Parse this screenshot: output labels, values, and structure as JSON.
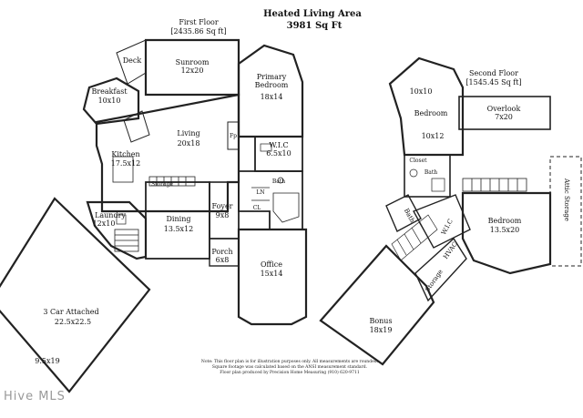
{
  "title": {
    "heading": "Heated Living Area",
    "total": "3981 Sq Ft"
  },
  "first_floor": {
    "label": "First Floor",
    "area": "[2435.86 Sq ft]"
  },
  "second_floor": {
    "label": "Second Floor",
    "area": "[1545.45 Sq ft]"
  },
  "rooms": {
    "deck": "Deck",
    "sunroom": "Sunroom",
    "sunroom_dim": "12x20",
    "breakfast": "Breakfast",
    "breakfast_dim": "10x10",
    "primary_bedroom": "Primary Bedroom",
    "primary_bedroom_dim": "18x14",
    "living": "Living",
    "living_dim": "20x18",
    "fp": "Fp",
    "kitchen": "Kitchen",
    "kitchen_dim": "17.5x12",
    "wlc": "W.I.C",
    "wlc_dim": "6.5x10",
    "storage1": "Storage",
    "bath1": "Bath",
    "ln": "LN",
    "cl": "CL",
    "foyer": "Foyer",
    "foyer_dim": "9x8",
    "laundry": "Laundry",
    "laundry_dim": "12x10",
    "dining": "Dining",
    "dining_dim": "13.5x12",
    "porch": "Porch",
    "porch_dim": "6x8",
    "office": "Office",
    "office_dim": "15x14",
    "garage": "3 Car Attached",
    "garage_dim": "22.5x22.5",
    "garage_ext_dim": "9.5x19",
    "bedroom2": "Bedroom",
    "bedroom2_dim_top": "10x10",
    "bedroom2_dim": "10x12",
    "overlook": "Overlook",
    "overlook_dim": "7x20",
    "closet": "Closet",
    "bath2": "Bath",
    "bath3": "Bath",
    "wic2": "W.I.C",
    "hvac": "HVAC",
    "storage2": "Storage",
    "bedroom3": "Bedroom",
    "bedroom3_dim": "13.5x20",
    "attic": "Attic Storage",
    "bonus": "Bonus",
    "bonus_dim": "18x19"
  },
  "note": {
    "line1": "Note: This floor plan is for illustration purposes only. All measurements are rounded.",
    "line2": "Square footage was calculated based on the ANSI measurement standard.",
    "line3": "Floor plan produced by Precision Home Measuring (910) 620-9711"
  },
  "watermark": "Hive MLS"
}
